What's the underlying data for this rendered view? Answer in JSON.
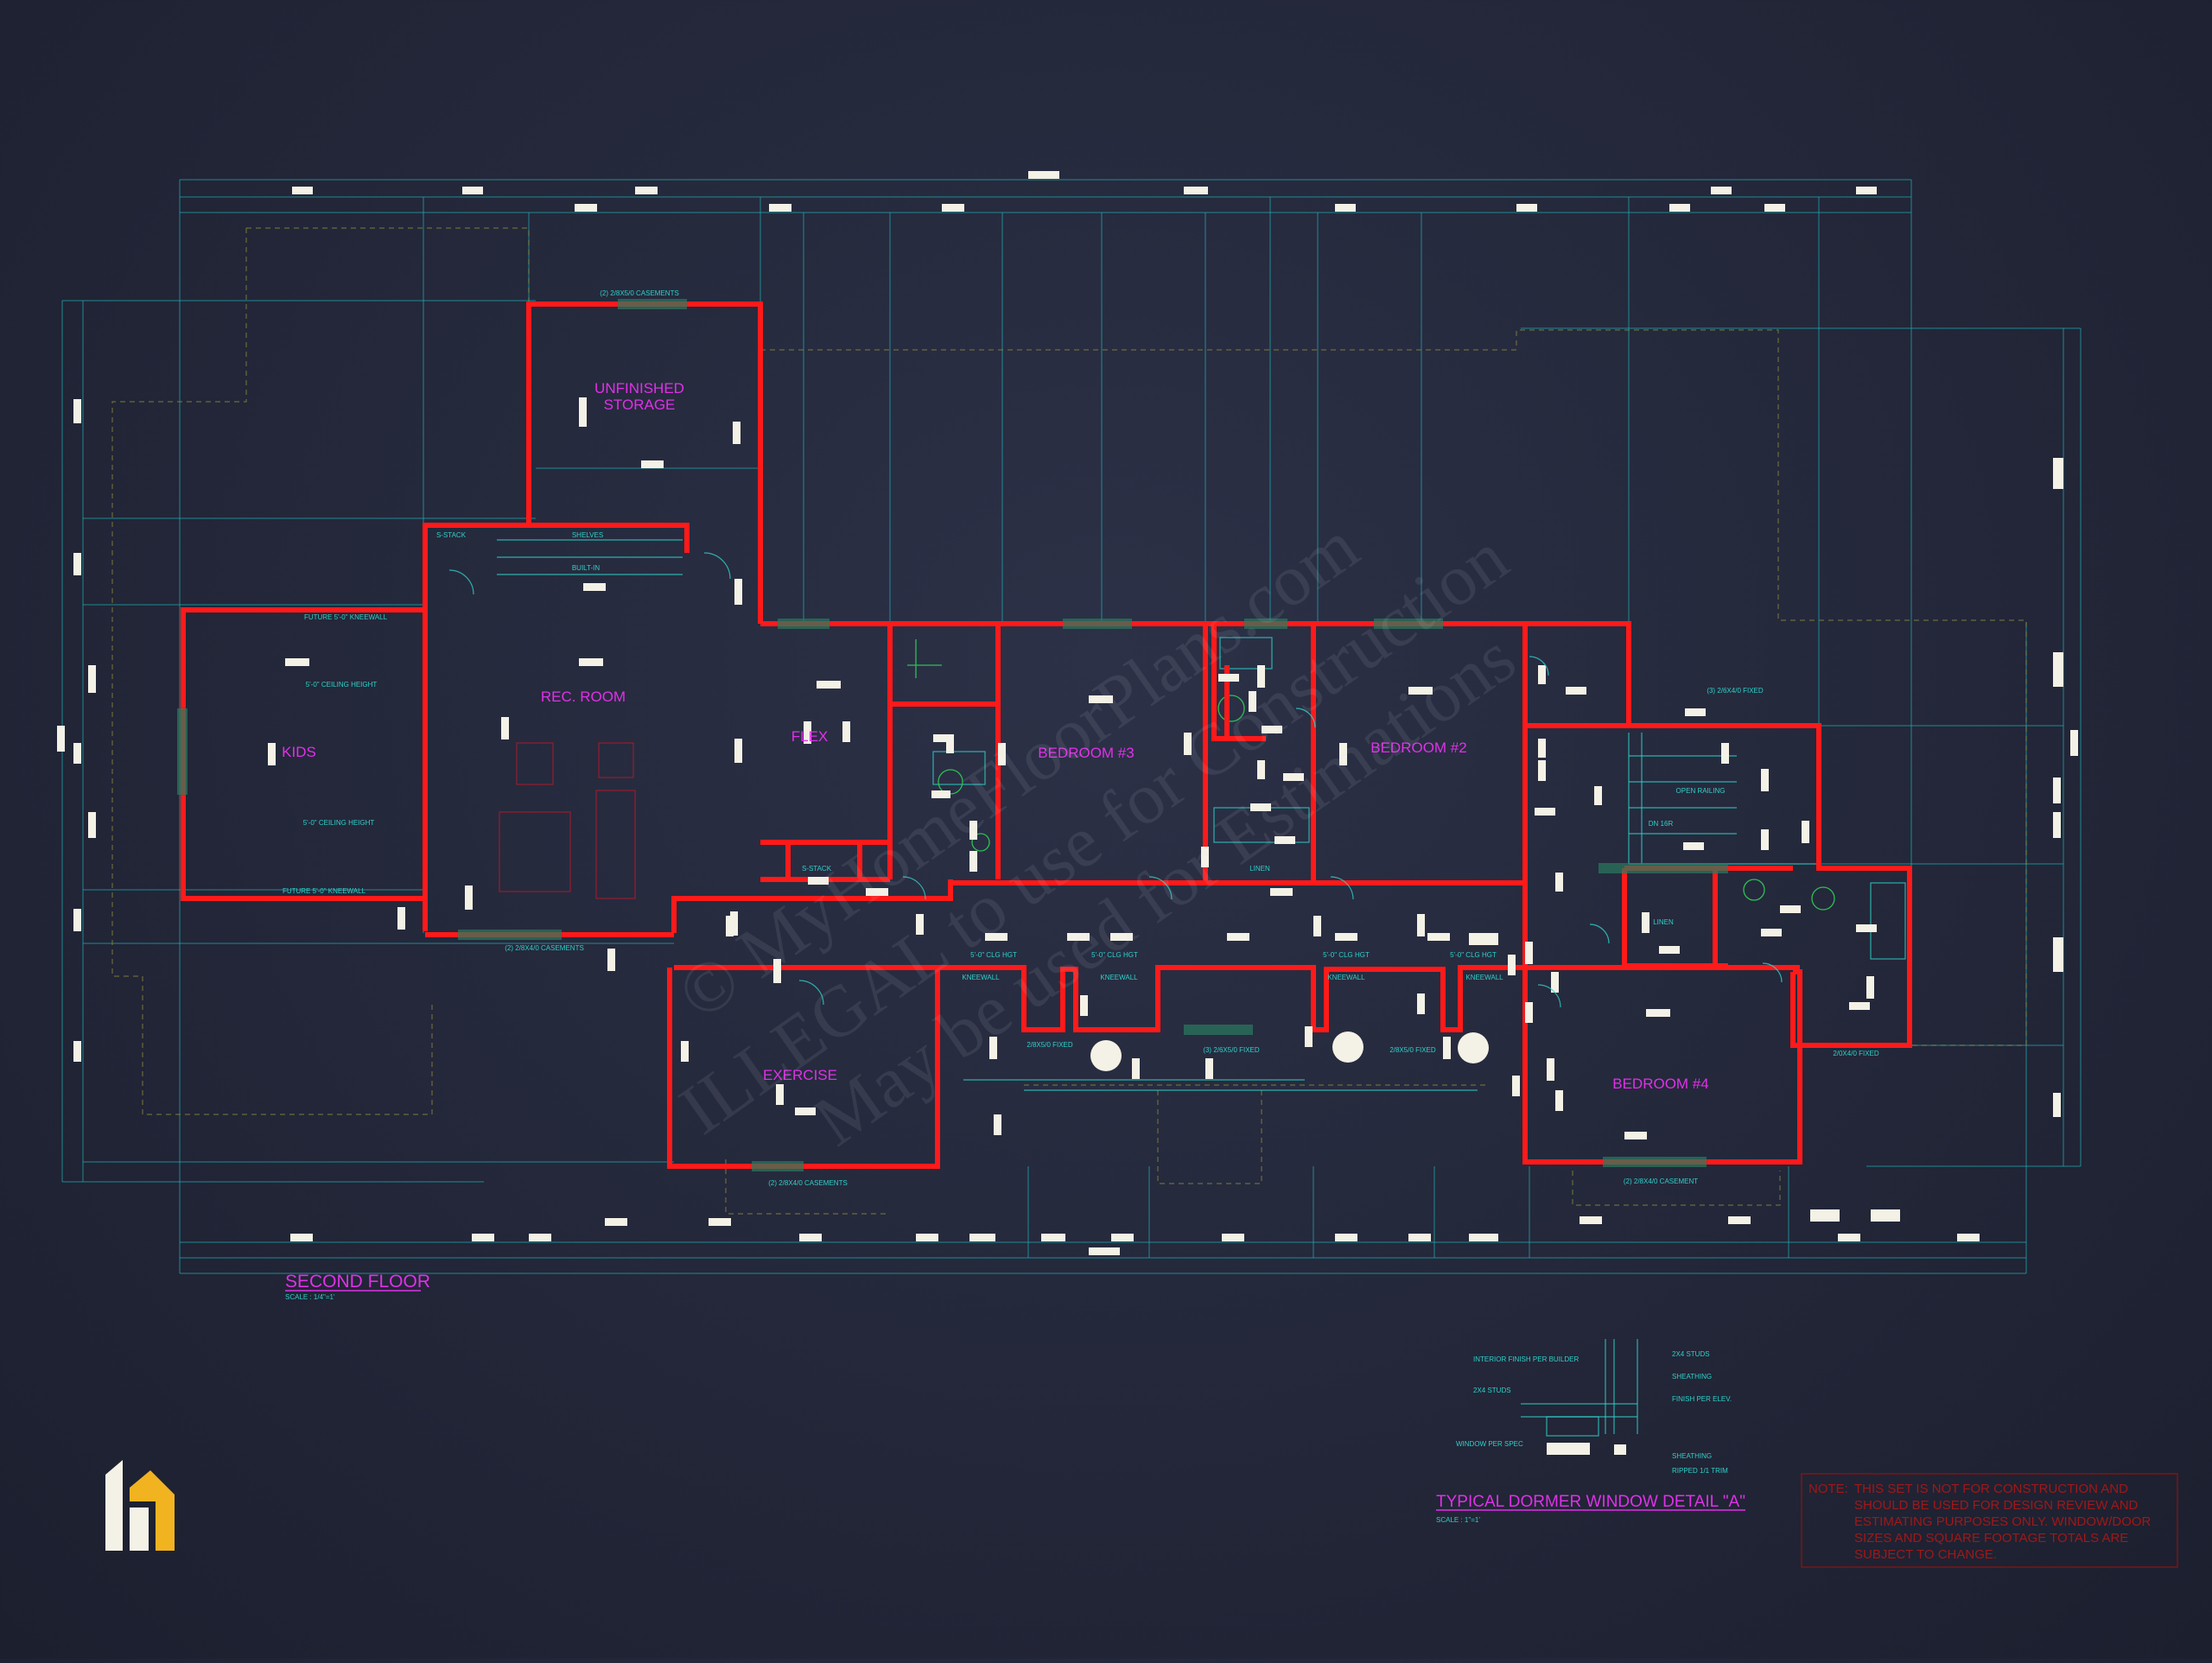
{
  "colors": {
    "background": "#232739",
    "walls": "#ff1a1a",
    "room_labels": "#e030e8",
    "dimensions": "#1fa9b0",
    "notes": "#a01818"
  },
  "plan": {
    "title": "SECOND FLOOR",
    "scale": "SCALE : 1/4\"=1'",
    "rooms": {
      "unfinished_storage_1": "UNFINISHED",
      "unfinished_storage_2": "STORAGE",
      "rec_room": "REC. ROOM",
      "kids": "KIDS",
      "flex": "FLEX",
      "bedroom3": "BEDROOM #3",
      "bedroom2": "BEDROOM #2",
      "exercise": "EXERCISE",
      "bedroom4": "BEDROOM #4",
      "linen1": "LINEN",
      "linen2": "LINEN"
    },
    "annotations": {
      "future_kneewall_top": "FUTURE 5'-0\" KNEEWALL",
      "ceiling_height_top": "5'-0\" CEILING HEIGHT",
      "ceiling_height_bottom": "5'-0\" CEILING HEIGHT",
      "future_kneewall_bottom": "FUTURE 5'-0\" KNEEWALL",
      "shelves": "SHELVES",
      "built_in": "BUILT-IN",
      "stack_top": "S-STACK",
      "stack_bottom": "S-STACK",
      "open_railing": "OPEN RAILING",
      "dn": "DN 16R",
      "casements_top": "(2) 2/8X5/0 CASEMENTS",
      "kneewall_a": "KNEEWALL",
      "kneewall_b": "KNEEWALL",
      "kneewall_c": "KNEEWALL",
      "kneewall_d": "KNEEWALL",
      "clg_hgt_a": "5'-0\" CLG HGT",
      "clg_hgt_b": "5'-0\" CLG HGT",
      "clg_hgt_c": "5'-0\" CLG HGT",
      "clg_hgt_d": "5'-0\" CLG HGT",
      "fixed_a": "2/8X5/0 FIXED",
      "fixed_b": "(3) 2/6X5/0 FIXED",
      "fixed_c": "2/8X5/0 FIXED",
      "casement_bottom_left": "(2) 2/8X4/0 CASEMENTS",
      "casement_bottom_right": "(2) 2/8X4/0 CASEMENT",
      "casement_exercise": "(2) 2/8X4/0 CASEMENTS",
      "fixed_right": "(3) 2/6X4/0 FIXED",
      "fixed_bath": "2/0X4/0 FIXED"
    }
  },
  "detail": {
    "title": "TYPICAL DORMER WINDOW DETAIL \"A\"",
    "scale": "SCALE : 1\"=1'",
    "labels": {
      "interior_finish": "INTERIOR FINISH PER BUILDER",
      "studs_left": "2X4 STUDS",
      "window_spec": "WINDOW PER SPEC",
      "studs_right": "2X4 STUDS",
      "sheathing_top": "SHEATHING",
      "finish_elev": "FINISH PER ELEV.",
      "sheathing_bottom": "SHEATHING",
      "ripped": "RIPPED 1/1 TRIM"
    }
  },
  "note": {
    "label": "NOTE:",
    "lines": [
      "THIS SET IS NOT FOR CONSTRUCTION AND",
      "SHOULD BE USED FOR DESIGN REVIEW AND",
      "ESTIMATING PURPOSES ONLY. WINDOW/DOOR",
      "SIZES AND SQUARE FOOTAGE TOTALS ARE",
      "SUBJECT TO CHANGE."
    ]
  },
  "watermark": {
    "line1": "© MyHomeFloorPlans.com",
    "line2": "ILLEGAL to use for Construction",
    "line3": "May be used for Estimations"
  },
  "logo": {
    "icon": "home-logo-icon"
  }
}
